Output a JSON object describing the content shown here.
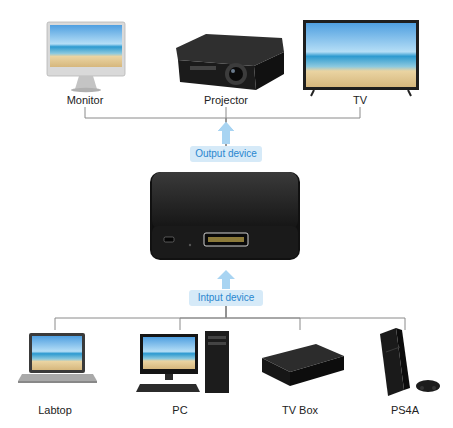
{
  "diagram": {
    "nodes": [
      {
        "text": [
          "Monitor"
        ]
      },
      {
        "text": [
          "Projector"
        ]
      },
      {
        "text": [
          "TV"
        ]
      },
      {
        "text": [
          "Output device"
        ]
      },
      {
        "text": [
          "Intput device"
        ]
      },
      {
        "text": [
          "Labtop"
        ]
      },
      {
        "text": [
          "PC"
        ]
      },
      {
        "text": [
          "TV Box"
        ]
      },
      {
        "text": [
          "PS4A"
        ]
      }
    ],
    "edges": [
      {
        "from": 3,
        "to": 0,
        "arrow": "to"
      },
      {
        "from": 3,
        "to": 1,
        "arrow": "to"
      },
      {
        "from": 3,
        "to": 2,
        "arrow": "to"
      },
      {
        "from": 5,
        "to": 4,
        "arrow": "none"
      },
      {
        "from": 6,
        "to": 4,
        "arrow": "none"
      },
      {
        "from": 7,
        "to": 4,
        "arrow": "none"
      },
      {
        "from": 8,
        "to": 4,
        "arrow": "none"
      }
    ]
  }
}
